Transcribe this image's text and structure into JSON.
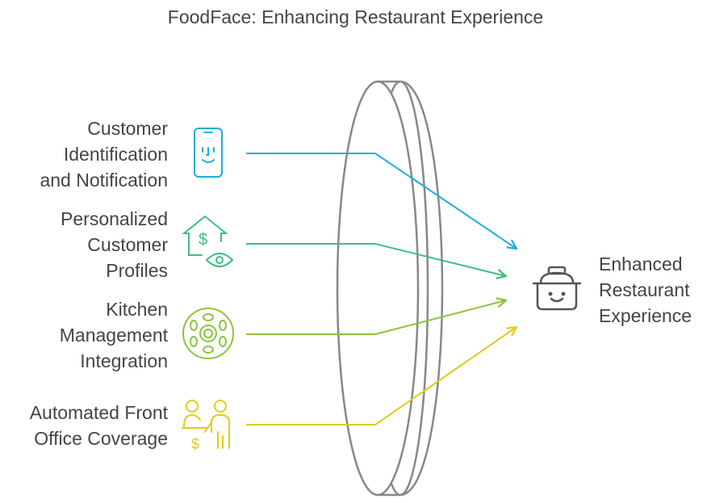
{
  "title": "FoodFace: Enhancing Restaurant Experience",
  "inputs": [
    {
      "label": "Customer\nIdentification\nand Notification",
      "icon": "face-id-phone-icon",
      "color": "#1eaee0"
    },
    {
      "label": "Personalized\nCustomer\nProfiles",
      "icon": "house-dollar-eye-icon",
      "color": "#3cc07e"
    },
    {
      "label": "Kitchen\nManagement\nIntegration",
      "icon": "kitchen-dial-icon",
      "color": "#8cc43c"
    },
    {
      "label": "Automated Front\nOffice Coverage",
      "icon": "front-desk-staff-icon",
      "color": "#e0cc1a"
    }
  ],
  "output": {
    "label": "Enhanced\nRestaurant\nExperience",
    "icon": "smiling-basket-icon",
    "color": "#555555"
  }
}
